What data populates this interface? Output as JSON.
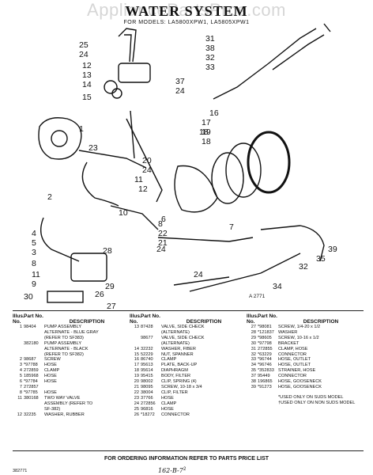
{
  "watermark": "AppliancePartsPros.com",
  "title": "WATER SYSTEM",
  "subtitle": "FOR MODELS: LA5800XPW1, LA5805XPW1",
  "figure_code": "A 2771",
  "callouts": [
    "25",
    "24",
    "12",
    "13",
    "14",
    "15",
    "1",
    "23",
    "20",
    "24",
    "11",
    "12",
    "10",
    "2",
    "4",
    "5",
    "3",
    "8",
    "11",
    "9",
    "28",
    "29",
    "30",
    "27",
    "26",
    "24",
    "22",
    "21",
    "8",
    "6",
    "7",
    "24",
    "18",
    "17",
    "19",
    "16",
    "18",
    "31",
    "38",
    "32",
    "33",
    "37",
    "24",
    "39",
    "35",
    "32",
    "34"
  ],
  "table": {
    "headers": {
      "no": "Illus. No.",
      "part": "Part No.",
      "desc": "DESCRIPTION"
    },
    "columns": [
      [
        {
          "no": "1",
          "part": "98404",
          "desc": "PUMP ASSEMBLY"
        },
        {
          "no": "",
          "part": "",
          "desc": "ALTERNATE - BLUE GRAY"
        },
        {
          "no": "",
          "part": "",
          "desc": "(REFER TO SF383)"
        },
        {
          "no": "",
          "part": "382180",
          "desc": "PUMP ASSEMBLY"
        },
        {
          "no": "",
          "part": "",
          "desc": "ALTERNATE - BLACK"
        },
        {
          "no": "",
          "part": "",
          "desc": "(REFER TO SF382)"
        },
        {
          "no": "2",
          "part": "98687",
          "desc": "SCREW"
        },
        {
          "no": "3",
          "part": "*97788",
          "desc": "HOSE"
        },
        {
          "no": "4",
          "part": "272859",
          "desc": "CLAMP"
        },
        {
          "no": "5",
          "part": "185968",
          "desc": "HOSE"
        },
        {
          "no": "6",
          "part": "*97784",
          "desc": "HOSE"
        },
        {
          "no": "7",
          "part": "272857",
          "desc": ""
        },
        {
          "no": "8",
          "part": "*97785",
          "desc": "HOSE"
        },
        {
          "no": "11",
          "part": "380168",
          "desc": "TWO WAY VALVE"
        },
        {
          "no": "",
          "part": "",
          "desc": "ASSEMBLY (REFER TO"
        },
        {
          "no": "",
          "part": "",
          "desc": "SF-382)"
        },
        {
          "no": "12",
          "part": "32235",
          "desc": "WASHER, RUBBER"
        }
      ],
      [
        {
          "no": "13",
          "part": "87428",
          "desc": "VALVE, SIDE CHECK"
        },
        {
          "no": "",
          "part": "",
          "desc": "(ALTERNATE)"
        },
        {
          "no": "",
          "part": "98677",
          "desc": "VALVE, SIDE CHECK"
        },
        {
          "no": "",
          "part": "",
          "desc": "(ALTERNATE)"
        },
        {
          "no": "14",
          "part": "32232",
          "desc": "WASHER, FIBER"
        },
        {
          "no": "15",
          "part": "52229",
          "desc": "NUT, SPANNER"
        },
        {
          "no": "16",
          "part": "86740",
          "desc": "CLAMP"
        },
        {
          "no": "17",
          "part": "95613",
          "desc": "PLATE, BACK-UP"
        },
        {
          "no": "18",
          "part": "95614",
          "desc": "DIAPHRAGM"
        },
        {
          "no": "19",
          "part": "95415",
          "desc": "BODY, FILTER"
        },
        {
          "no": "20",
          "part": "98002",
          "desc": "CLIP, SPRING (4)"
        },
        {
          "no": "21",
          "part": "98095",
          "desc": "SCREW, 10-18 x 3/4"
        },
        {
          "no": "22",
          "part": "38004",
          "desc": "CLIP, FILTER"
        },
        {
          "no": "23",
          "part": "37766",
          "desc": "HOSE"
        },
        {
          "no": "24",
          "part": "272856",
          "desc": "CLAMP"
        },
        {
          "no": "25",
          "part": "96816",
          "desc": "HOSE"
        },
        {
          "no": "26",
          "part": "*18272",
          "desc": "CONNECTOR"
        }
      ],
      [
        {
          "no": "27",
          "part": "*98081",
          "desc": "SCREW, 1/4-20 x 1/2"
        },
        {
          "no": "28",
          "part": "*121837",
          "desc": "WASHER"
        },
        {
          "no": "29",
          "part": "*98605",
          "desc": "SCREW, 10-16 x 1/2"
        },
        {
          "no": "30",
          "part": "*97798",
          "desc": "BRACKET"
        },
        {
          "no": "31",
          "part": "272855",
          "desc": "CLAMP, HOSE"
        },
        {
          "no": "32",
          "part": "*63229",
          "desc": "CONNECTOR"
        },
        {
          "no": "33",
          "part": "*96744",
          "desc": "HOSE, OUTLET"
        },
        {
          "no": "34",
          "part": "*96746",
          "desc": "HOSE, OUTLET"
        },
        {
          "no": "35",
          "part": "*352833",
          "desc": "STRAINER, HOSE"
        },
        {
          "no": "37",
          "part": "95449",
          "desc": "CONNECTOR"
        },
        {
          "no": "38",
          "part": "196865",
          "desc": "HOSE, GOOSENECK"
        },
        {
          "no": "39",
          "part": "*91273",
          "desc": "HOSE, GOOSENECK"
        }
      ]
    ],
    "notes": [
      "*USED ONLY ON SUDS MODEL",
      "†USED ONLY ON NON SUDS MODEL"
    ]
  },
  "order_info": "FOR ORDERING INFORMATION REFER TO PARTS PRICE LIST",
  "doc_number": "382771",
  "page_number": "2",
  "handwritten": "162-B-7"
}
